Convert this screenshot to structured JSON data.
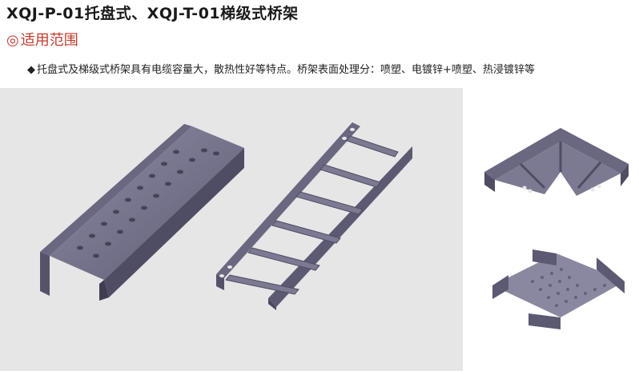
{
  "header": {
    "title": "XQJ-P-01托盘式、XQJ-T-01梯级式桥架"
  },
  "section": {
    "mark": "◎",
    "label": "适用范围"
  },
  "description": {
    "bullet": "◆",
    "text": "托盘式及梯级式桥架具有电缆容量大，散热性好等特点。桥架表面处理分：喷塑、电镀锌+喷塑、热浸镀锌等"
  },
  "colors": {
    "accent": "#c03a2b",
    "panel": "#e6e6e6",
    "metal": "#7c7a92"
  },
  "images": [
    {
      "icon": "perforated-tray-icon"
    },
    {
      "icon": "ladder-tray-icon"
    },
    {
      "icon": "horizontal-bend-tray-icon"
    },
    {
      "icon": "cross-tray-icon"
    }
  ]
}
